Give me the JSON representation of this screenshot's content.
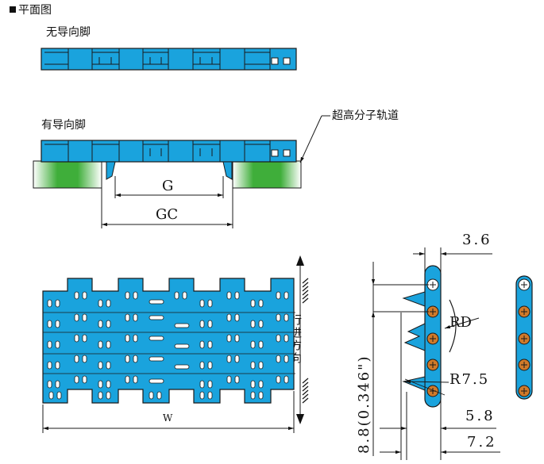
{
  "header": {
    "title": "平面图"
  },
  "side_view_top": {
    "label": "无导向脚"
  },
  "side_view_bottom": {
    "label": "有导向脚",
    "callout": "超高分子轨道"
  },
  "dims_guide": {
    "g": "G",
    "gc": "GC"
  },
  "plan_view": {
    "width_label": "W",
    "direction_label": "行进方向"
  },
  "section_view": {
    "d_3_6": "3.6",
    "d_rd": "RD",
    "d_r75": "R7.5",
    "d_5_8": "5.8",
    "d_7_2": "7.2",
    "d_pitch": "8.8(0.346\")"
  },
  "colors": {
    "belt": "#1aa3dd",
    "belt_outline": "#1a1a1a",
    "rail": "#3fae3a",
    "bushing": "#d07a2a"
  }
}
